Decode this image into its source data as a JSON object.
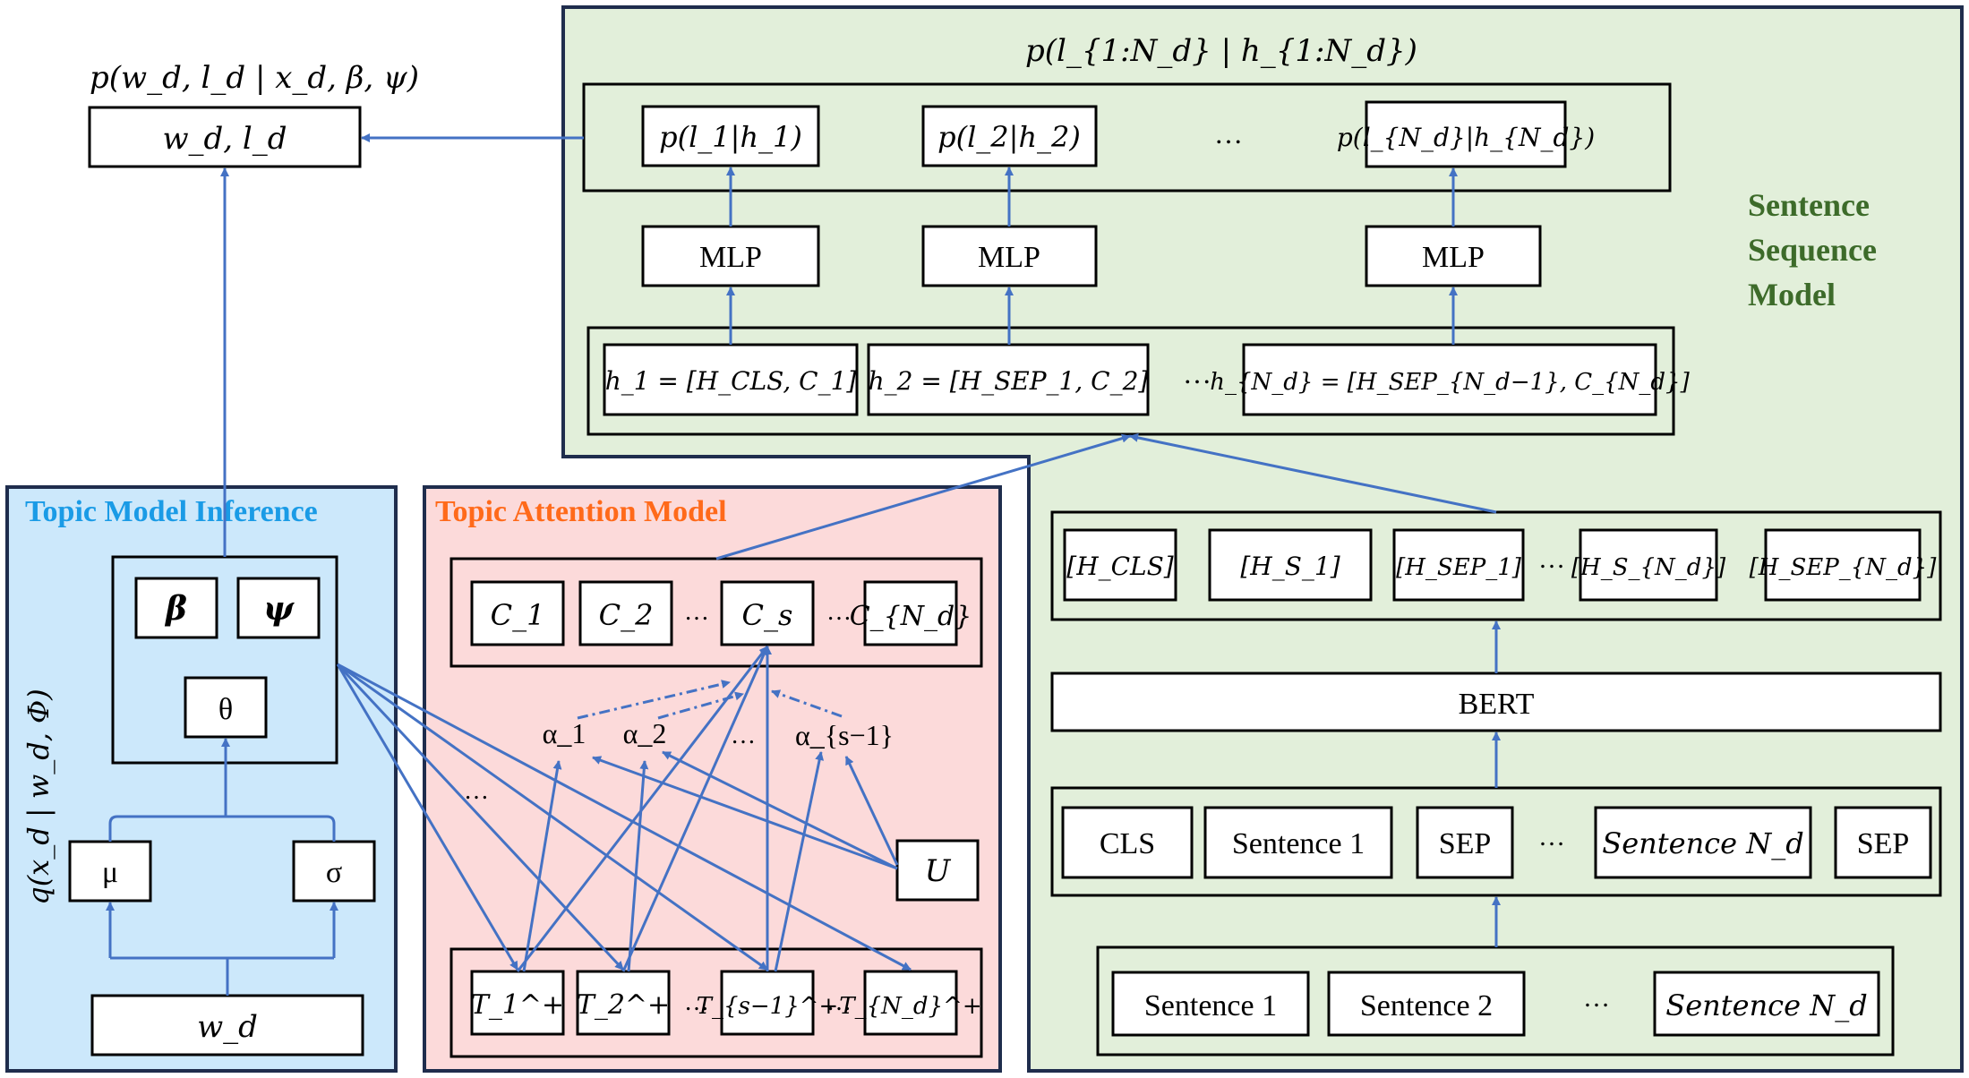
{
  "colors": {
    "green_panel": "#e2efda",
    "blue_panel": "#cce8fb",
    "red_panel": "#fcdada",
    "panel_border": "#1f2d4d",
    "arrow": "#4472c4",
    "title_blue": "#1a9be6",
    "title_orange": "#ff6a1a",
    "title_green": "#3d6b2a"
  },
  "titles": {
    "sentence_seq": [
      "Sentence",
      "Sequence",
      "Model"
    ],
    "topic_inference": "Topic Model Inference",
    "topic_attention": "Topic Attention Model"
  },
  "output": {
    "formula": "p(w_d, l_d | x_d, β, ψ)",
    "box": "w_d, l_d"
  },
  "sentence_model": {
    "joint": "p(l_{1:N_d} | h_{1:N_d})",
    "probs": [
      "p(l_1|h_1)",
      "p(l_2|h_2)",
      "…",
      "p(l_{N_d}|h_{N_d})"
    ],
    "mlp": "MLP",
    "hidden": [
      "h_1 = [H_CLS, C_1]",
      "h_2 = [H_SEP_1, C_2]",
      "…",
      "h_{N_d} = [H_SEP_{N_d−1}, C_{N_d}]"
    ],
    "bert_outputs": [
      "[H_CLS]",
      "[H_S_1]",
      "[H_SEP_1]",
      "…",
      "[H_S_{N_d}]",
      "[H_SEP_{N_d}]"
    ],
    "bert": "BERT",
    "tokens": [
      "CLS",
      "Sentence 1",
      "SEP",
      "…",
      "Sentence N_d",
      "SEP"
    ],
    "sentences": [
      "Sentence 1",
      "Sentence 2",
      "…",
      "Sentence N_d"
    ]
  },
  "inference": {
    "params": [
      "β",
      "ψ"
    ],
    "theta": "θ",
    "mu": "μ",
    "sigma": "σ",
    "input": "w_d",
    "side_label": "q(x_d | w_d, Φ)"
  },
  "attention": {
    "contexts": [
      "C_1",
      "C_2",
      "…",
      "C_s",
      "…",
      "C_{N_d}"
    ],
    "alphas": [
      "α_1",
      "α_2",
      "…",
      "α_{s−1}"
    ],
    "dots": "…",
    "u": "U",
    "topics": [
      "T_1^+",
      "T_2^+",
      "…",
      "T_{s−1}^+",
      "…",
      "T_{N_d}^+"
    ]
  }
}
